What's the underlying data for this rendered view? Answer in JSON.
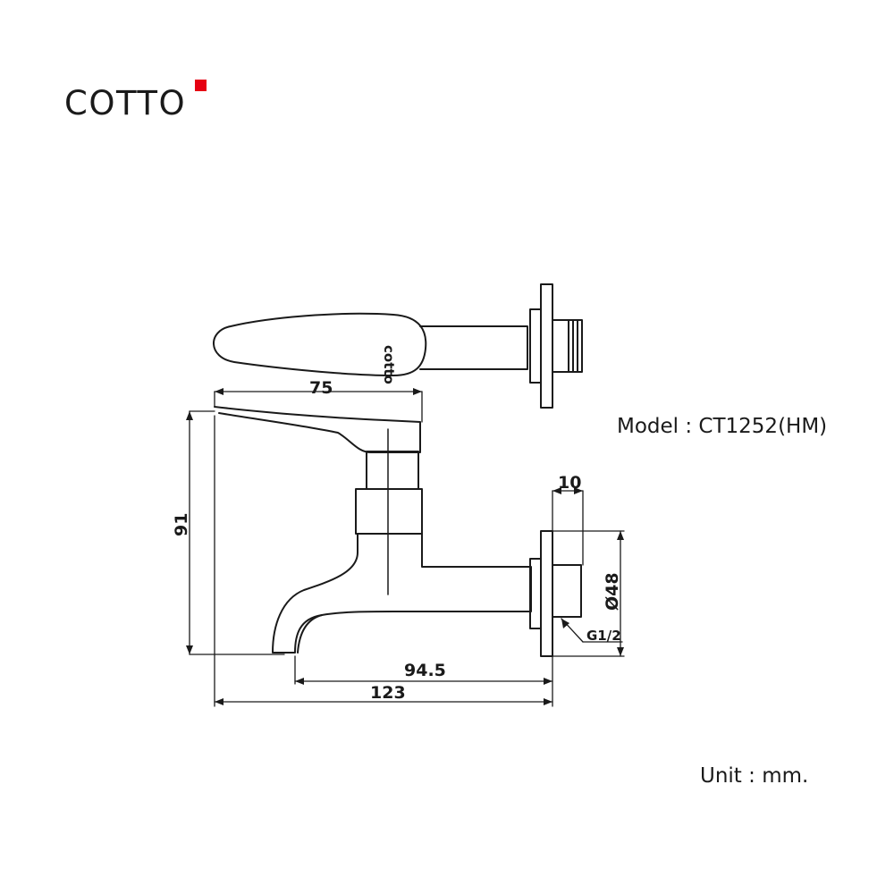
{
  "brand": {
    "name": "COTTO",
    "accent_color": "#e60012"
  },
  "model_label": "Model : CT1252(HM)",
  "unit_label": "Unit : mm.",
  "handle_logo_text": "cotto",
  "dimensions": {
    "handle_length": "75",
    "height": "91",
    "flange_thickness": "10",
    "flange_diameter": "Ø48",
    "thread": "G1/2",
    "spout_reach": "94.5",
    "overall_length": "123"
  }
}
